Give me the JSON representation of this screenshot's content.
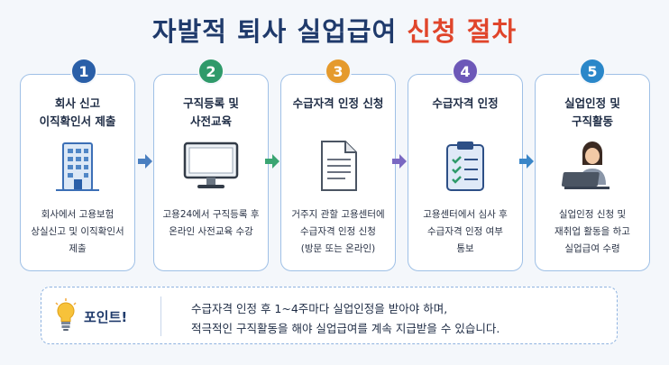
{
  "title": {
    "main": "자발적 퇴사 실업급여",
    "accent": "신청 절차"
  },
  "steps": [
    {
      "number": "1",
      "title": "회사 신고\n이직확인서 제출",
      "description": "회사에서 고용보험\n상실신고 및 이직확인서\n제출",
      "icon": "office-building-icon",
      "color": "#2a5fa8"
    },
    {
      "number": "2",
      "title": "구직등록 및\n사전교육",
      "description": "고용24에서 구직등록 후\n온라인 사전교육 수강",
      "icon": "computer-monitor-icon",
      "color": "#2f9a6a"
    },
    {
      "number": "3",
      "title": "수급자격 인정 신청",
      "description": "거주지 관할 고용센터에\n수급자격 인정 신청\n(방문 또는 온라인)",
      "icon": "document-icon",
      "color": "#e59a2c"
    },
    {
      "number": "4",
      "title": "수급자격 인정",
      "description": "고용센터에서 심사 후\n수급자격 인정 여부\n통보",
      "icon": "clipboard-checklist-icon",
      "color": "#6d58b8"
    },
    {
      "number": "5",
      "title": "실업인정 및\n구직활동",
      "description": "실업인정 신청 및\n재취업 활동을 하고\n실업급여 수령",
      "icon": "person-laptop-icon",
      "color": "#2a87c9"
    }
  ],
  "tip": {
    "icon": "lightbulb-icon",
    "label": "포인트!",
    "lines": [
      "수급자격 인정 후 1~4주마다 실업인정을 받아야 하며,",
      "적극적인 구직활동을 해야 실업급여를 계속 지급받을 수 있습니다."
    ]
  },
  "colors": {
    "title": "#1f3a6b",
    "accent": "#e0452b",
    "card_border": "#9fc0e6"
  }
}
